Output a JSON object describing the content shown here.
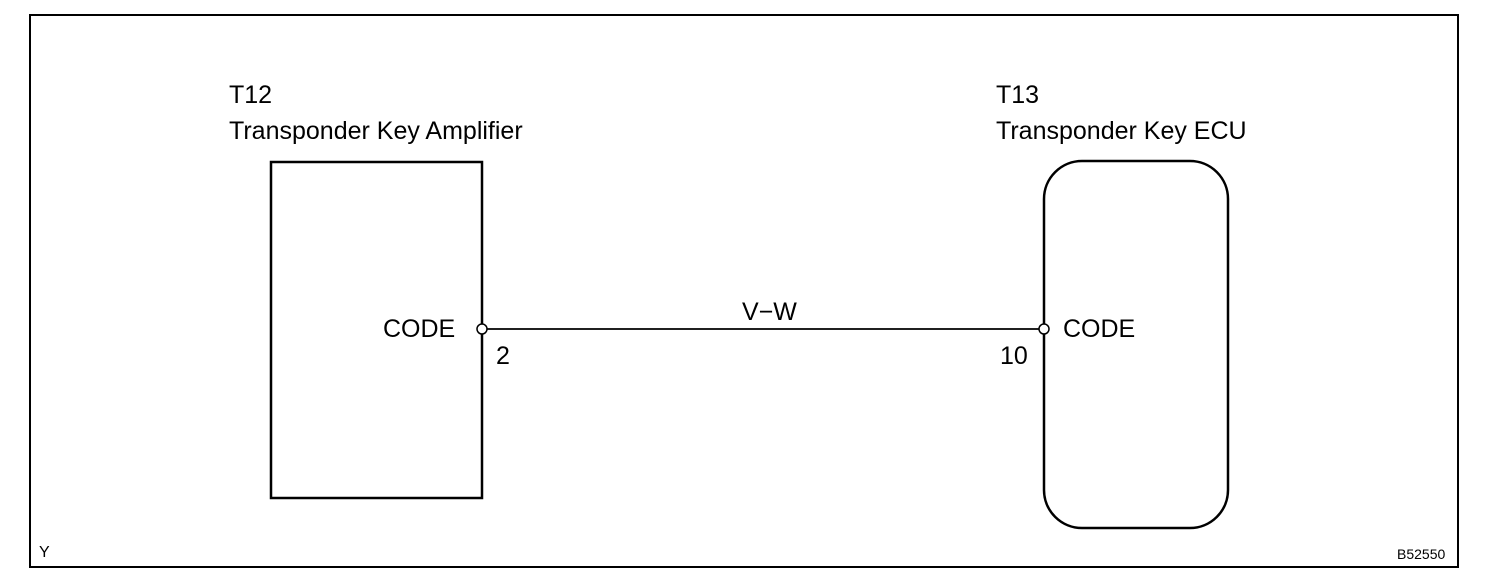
{
  "components": {
    "amplifier": {
      "code": "T12",
      "name": "Transponder Key Amplifier",
      "terminal_label": "CODE",
      "pin": "2"
    },
    "ecu": {
      "code": "T13",
      "name": "Transponder Key ECU",
      "terminal_label": "CODE",
      "pin": "10"
    }
  },
  "wire": {
    "color_code": "V−W"
  },
  "corner_left": "Y",
  "figure_id": "B52550"
}
